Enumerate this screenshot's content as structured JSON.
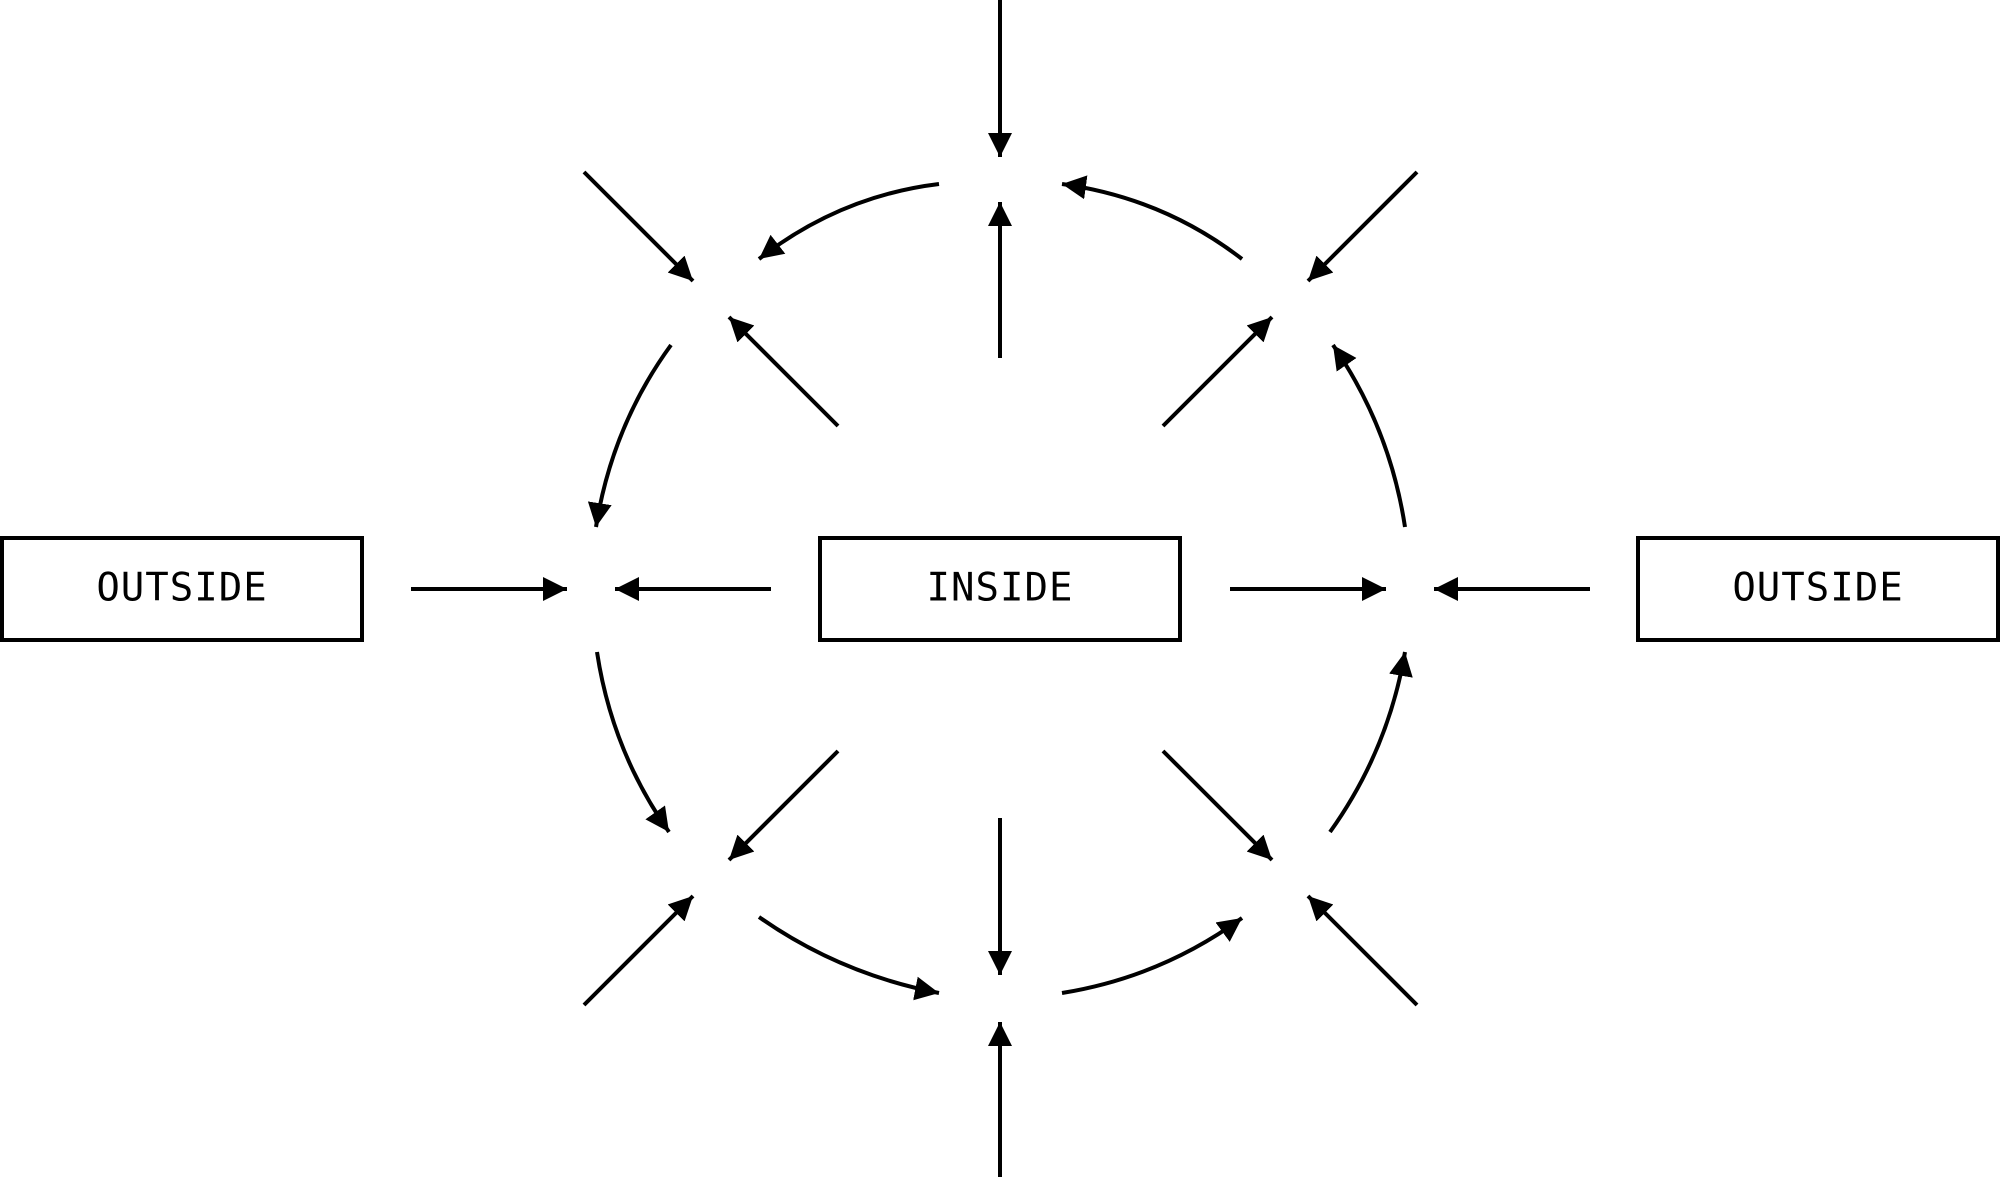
{
  "diagram": {
    "stroke_color": "#000000",
    "background_color": "#ffffff",
    "nodes": {
      "outside_left": "OUTSIDE",
      "inside": "INSIDE",
      "outside_right": "OUTSIDE"
    }
  }
}
